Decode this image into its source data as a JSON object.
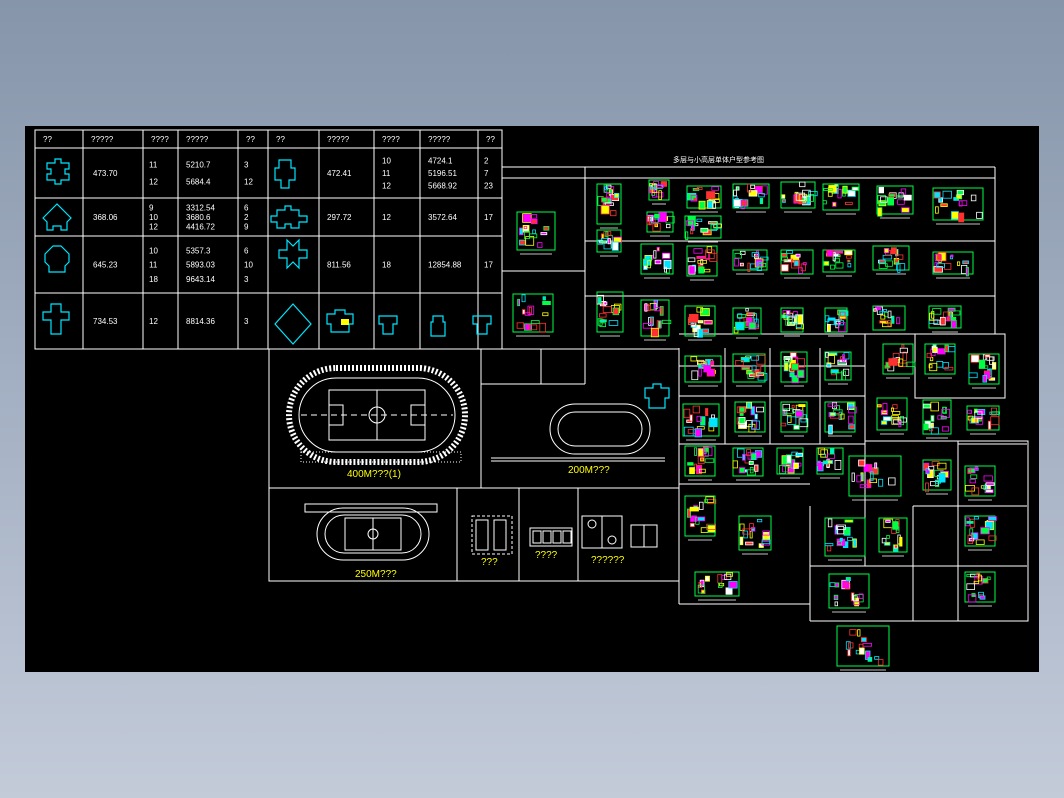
{
  "colors": {
    "page_bg": "#8f9db1",
    "canvas": "#000000",
    "line": "#ffffff",
    "cyan": "#00e5ff",
    "yellow": "#ffff00",
    "green": "#00ff44",
    "magenta": "#ff00ff",
    "red": "#ff3030"
  },
  "table": {
    "headers": [
      "??",
      "?????",
      "????",
      "?????",
      "??",
      "??",
      "?????",
      "????",
      "?????",
      "??"
    ],
    "rows": [
      {
        "left_area": "473.70",
        "left_floors": [
          "11",
          "12"
        ],
        "left_totals": [
          "5210.7",
          "5684.4"
        ],
        "left_counts": [
          "3",
          "12"
        ],
        "right_area": "472.41",
        "right_floors": [
          "10",
          "11",
          "12"
        ],
        "right_totals": [
          "4724.1",
          "5196.51",
          "5668.92"
        ],
        "right_counts": [
          "2",
          "7",
          "23"
        ]
      },
      {
        "left_area": "368.06",
        "left_floors": [
          "9",
          "10",
          "12"
        ],
        "left_totals": [
          "3312.54",
          "3680.6",
          "4416.72"
        ],
        "left_counts": [
          "6",
          "2",
          "9"
        ],
        "right_area": "297.72",
        "right_floors": [
          "12"
        ],
        "right_totals": [
          "3572.64"
        ],
        "right_counts": [
          "17"
        ]
      },
      {
        "left_area": "645.23",
        "left_floors": [
          "10",
          "11",
          "18"
        ],
        "left_totals": [
          "5357.3",
          "5893.03",
          "9643.14"
        ],
        "left_counts": [
          "6",
          "10",
          "3"
        ],
        "right_area": "811.56",
        "right_floors": [
          "18"
        ],
        "right_totals": [
          "12854.88"
        ],
        "right_counts": [
          "17"
        ]
      },
      {
        "left_area": "734.53",
        "left_floors": [
          "12"
        ],
        "left_totals": [
          "8814.36"
        ],
        "left_counts": [
          "3"
        ]
      }
    ]
  },
  "tracks": {
    "t400": "400M???(1)",
    "t200": "200M???",
    "t250": "250M???",
    "court1": "???",
    "court2": "????",
    "court3": "??????"
  },
  "plans_title": "多层与小高层单体户型参考图"
}
